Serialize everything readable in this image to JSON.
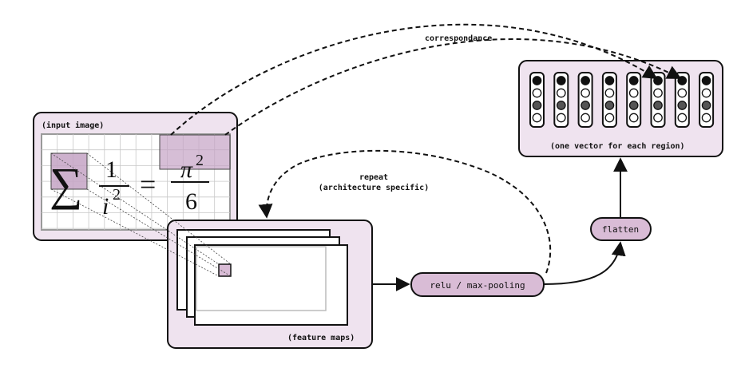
{
  "colors": {
    "panel_fill": "#efe3ef",
    "panel_stroke": "#111111",
    "node_fill": "#d9bcd6",
    "highlight_fill": "#c4a3c4",
    "grid_line": "#c8c8c8",
    "dot_dark": "#111111",
    "dot_gray": "#555555",
    "dot_white": "#ffffff"
  },
  "labels": {
    "input_image": "(input image)",
    "feature_maps": "(feature maps)",
    "one_vector": "(one vector for each region)",
    "correspondance": "correspondance",
    "repeat_line1": "repeat",
    "repeat_line2": "(architecture specific)"
  },
  "nodes": {
    "relu": "relu / max-pooling",
    "flatten": "flatten"
  },
  "formula": {
    "sum_symbol": "∑",
    "numerator_left": "1",
    "denominator_base": "i",
    "denominator_exp": "2",
    "equals": "=",
    "numerator_right_base": "π",
    "numerator_right_exp": "2",
    "denominator_right": "6"
  },
  "vectors": {
    "count": 8,
    "dots_per_vector": 4,
    "dot_pattern": [
      "dark",
      "white",
      "gray",
      "white"
    ]
  },
  "icons": {
    "arrow": "arrow-head-icon"
  }
}
